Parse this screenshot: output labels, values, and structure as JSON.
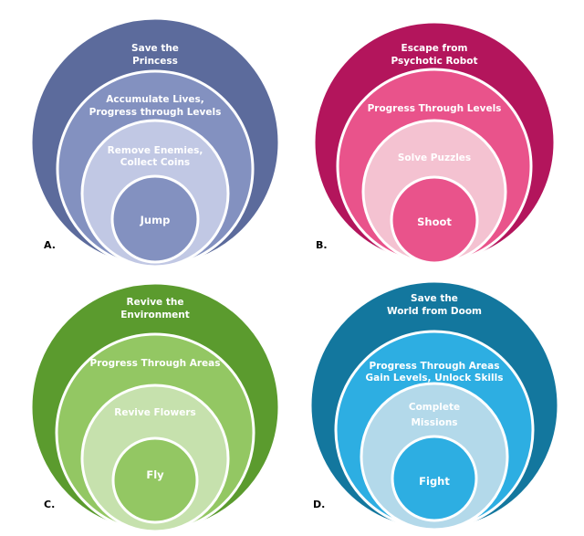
{
  "diagrams": [
    {
      "letter": "A.",
      "rings": [
        {
          "lines": [
            "Save the",
            "Princess"
          ],
          "color": "#5c6b9c"
        },
        {
          "lines": [
            "Accumulate Lives,",
            "Progress through Levels"
          ],
          "color": "#8391c0"
        },
        {
          "lines": [
            "Remove Enemies,",
            "Collect Coins"
          ],
          "color": "#c1c8e4"
        },
        {
          "lines": [
            "Jump"
          ],
          "color": "#8391c0"
        }
      ]
    },
    {
      "letter": "B.",
      "rings": [
        {
          "lines": [
            "Escape from",
            "Psychotic Robot"
          ],
          "color": "#b3155c"
        },
        {
          "lines": [
            "Progress Through Levels"
          ],
          "color": "#e9538b"
        },
        {
          "lines": [
            "Solve Puzzles"
          ],
          "color": "#f4c2d1"
        },
        {
          "lines": [
            "Shoot"
          ],
          "color": "#e9538b"
        }
      ]
    },
    {
      "letter": "C.",
      "rings": [
        {
          "lines": [
            "Revive the",
            "Environment"
          ],
          "color": "#5b9b2e"
        },
        {
          "lines": [
            "Progress Through Areas"
          ],
          "color": "#93c763"
        },
        {
          "lines": [
            "Revive Flowers"
          ],
          "color": "#c6e1ad"
        },
        {
          "lines": [
            "Fly"
          ],
          "color": "#93c763"
        }
      ]
    },
    {
      "letter": "D.",
      "rings": [
        {
          "lines": [
            "Save the",
            "World from Doom"
          ],
          "color": "#13779e"
        },
        {
          "lines": [
            "Progress Through Areas",
            "Gain Levels, Unlock Skills"
          ],
          "color": "#2daee2"
        },
        {
          "lines": [
            "Complete",
            "Missions"
          ],
          "color": "#b3d9ea"
        },
        {
          "lines": [
            "Fight"
          ],
          "color": "#2daee2"
        }
      ]
    }
  ]
}
